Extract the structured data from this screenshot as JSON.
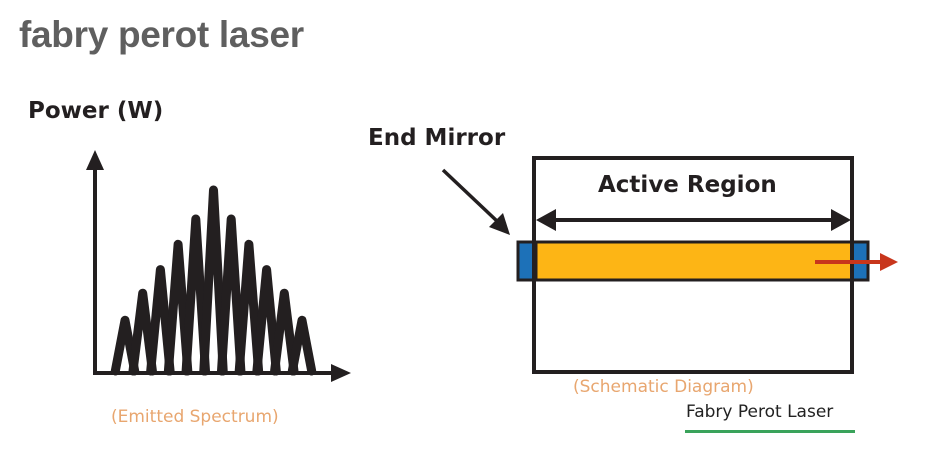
{
  "title": "fabry perot laser",
  "spectrum": {
    "axis_title": "Power (W)",
    "caption": "(Emitted Spectrum)",
    "mode_count": 11,
    "relative_peak_power": [
      0.28,
      0.43,
      0.56,
      0.7,
      0.84,
      1.0,
      0.84,
      0.7,
      0.56,
      0.43,
      0.28
    ]
  },
  "schematic": {
    "end_mirror_label": "End Mirror",
    "active_region_label": "Active Region",
    "caption": "(Schematic Diagram)",
    "name": "Fabry Perot Laser"
  },
  "colors": {
    "title": "#5f5f5f",
    "ink": "#231f20",
    "active_region": "#fdb515",
    "mirror": "#1d71b8",
    "output_beam": "#c8361c",
    "caption": "#e8a66f",
    "underline": "#3aa35b"
  }
}
